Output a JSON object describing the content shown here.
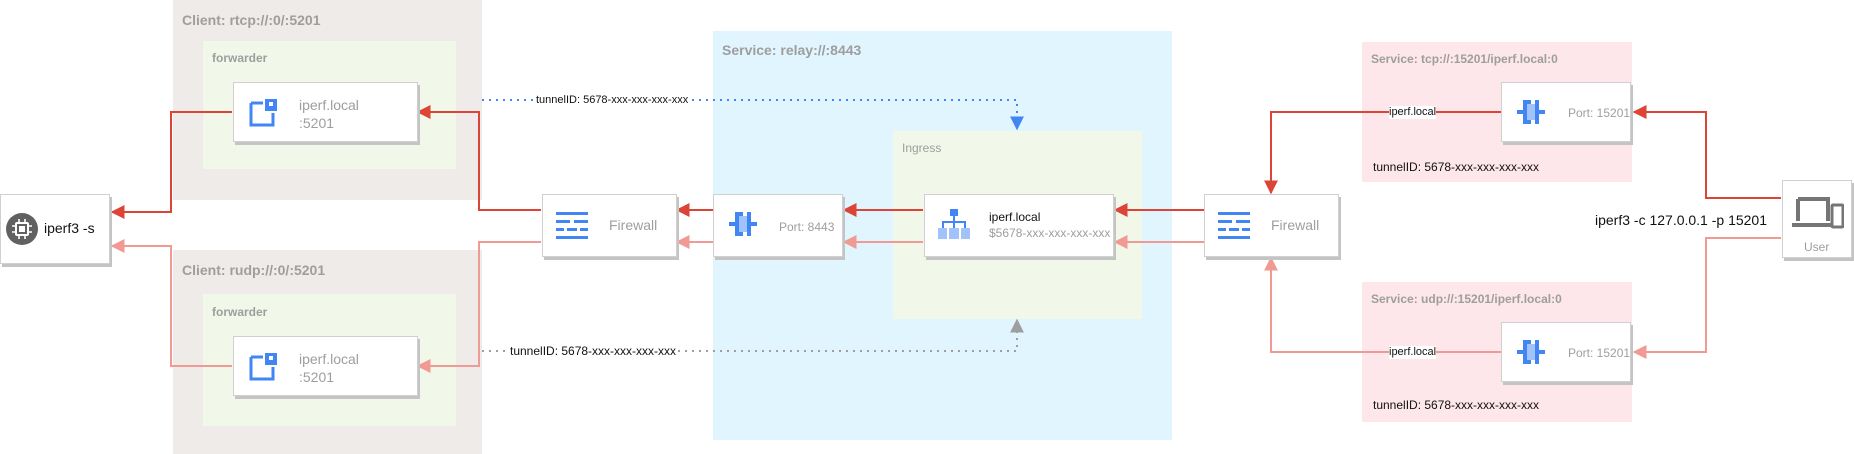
{
  "zones": {
    "client_rtcp": {
      "title": "Client: rtcp://:0/:5201",
      "inner_title": "forwarder"
    },
    "client_rudp": {
      "title": "Client: rudp://:0/:5201",
      "inner_title": "forwarder"
    },
    "service_relay": {
      "title": "Service: relay://:8443",
      "inner_title": "Ingress"
    },
    "service_tcp": {
      "title": "Service: tcp://:15201/iperf.local:0",
      "tunnel": "tunnelID: 5678-xxx-xxx-xxx-xxx"
    },
    "service_udp": {
      "title": "Service: udp://:15201/iperf.local:0",
      "tunnel": "tunnelID: 5678-xxx-xxx-xxx-xxx"
    }
  },
  "nodes": {
    "iperf_server": {
      "label": "iperf3 -s"
    },
    "forwarder_tcp": {
      "line1": "iperf.local",
      "line2": ":5201"
    },
    "forwarder_udp": {
      "line1": "iperf.local",
      "line2": ":5201"
    },
    "firewall_left": {
      "label": "Firewall"
    },
    "relay_port": {
      "label": "Port: 8443"
    },
    "ingress": {
      "line1": "iperf.local",
      "line2": "$5678-xxx-xxx-xxx-xxx"
    },
    "firewall_right": {
      "label": "Firewall"
    },
    "tcp_port": {
      "label": "Port: 15201"
    },
    "udp_port": {
      "label": "Port: 15201"
    },
    "user": {
      "label": "User"
    }
  },
  "edge_labels": {
    "tunnel_tcp": "tunnelID: 5678-xxx-xxx-xxx-xxx",
    "tunnel_udp": "tunnelID: 5678-xxx-xxx-xxx-xxx",
    "tcp_host": "iperf.local",
    "udp_host": "iperf.local",
    "user_command": "iperf3 -c 127.0.0.1 -p 15201"
  },
  "colors": {
    "tcp_edge": "#db4437",
    "udp_edge": "#f19a94",
    "tunnel_edge": "#4285f4",
    "udp_tunnel_edge": "#9e9e9e",
    "icon_blue": "#4285f4",
    "client_zone": "#efebe9",
    "forwarder_zone": "#f1f8e9",
    "relay_zone": "#e1f5fe",
    "service_zone": "#fde7ea"
  }
}
